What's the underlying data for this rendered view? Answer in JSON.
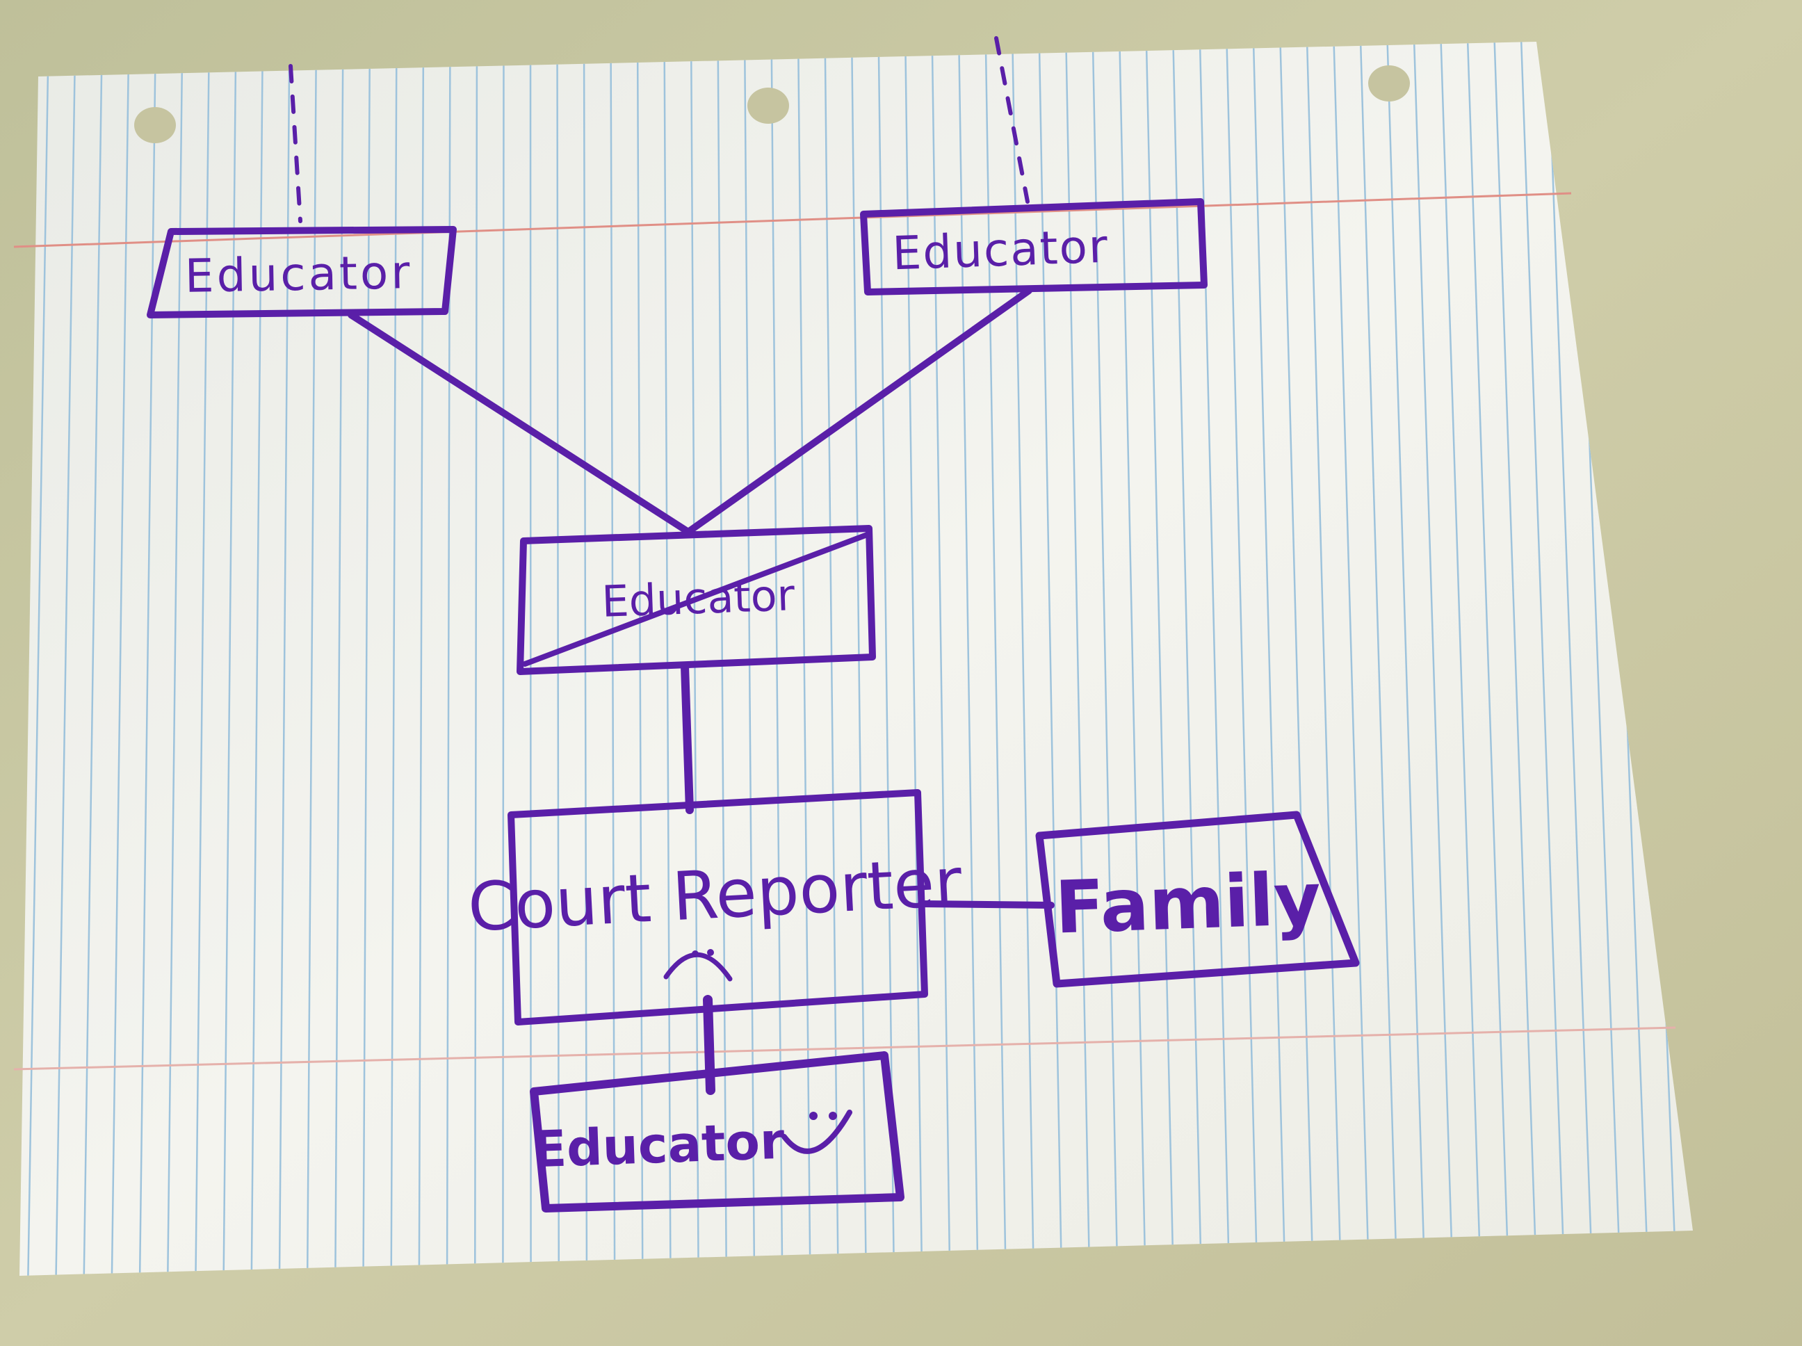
{
  "colors": {
    "table": "#c6c4a0",
    "paper": "#f2f2ee",
    "rule_line": "#9ec3dc",
    "margin_line": "#e08f86",
    "ink": "#5a1fa8"
  },
  "diagram": {
    "nodes": [
      {
        "id": "educator-top-left",
        "label": "Educator",
        "state": "normal"
      },
      {
        "id": "educator-top-right",
        "label": "Educator",
        "state": "normal"
      },
      {
        "id": "educator-middle",
        "label": "Educator",
        "state": "crossed-out"
      },
      {
        "id": "court-reporter",
        "label": "Court Reporter",
        "mark": "sad-face"
      },
      {
        "id": "family",
        "label": "Family",
        "state": "normal"
      },
      {
        "id": "educator-bottom",
        "label": "Educator",
        "mark": "smiley-face"
      }
    ],
    "edges": [
      {
        "from": "above",
        "to": "educator-top-left",
        "style": "dashed"
      },
      {
        "from": "above",
        "to": "educator-top-right",
        "style": "dashed"
      },
      {
        "from": "educator-top-left",
        "to": "educator-middle",
        "style": "solid"
      },
      {
        "from": "educator-top-right",
        "to": "educator-middle",
        "style": "solid"
      },
      {
        "from": "educator-middle",
        "to": "court-reporter",
        "style": "solid"
      },
      {
        "from": "court-reporter",
        "to": "family",
        "style": "solid"
      },
      {
        "from": "court-reporter",
        "to": "educator-bottom",
        "style": "solid"
      }
    ]
  }
}
